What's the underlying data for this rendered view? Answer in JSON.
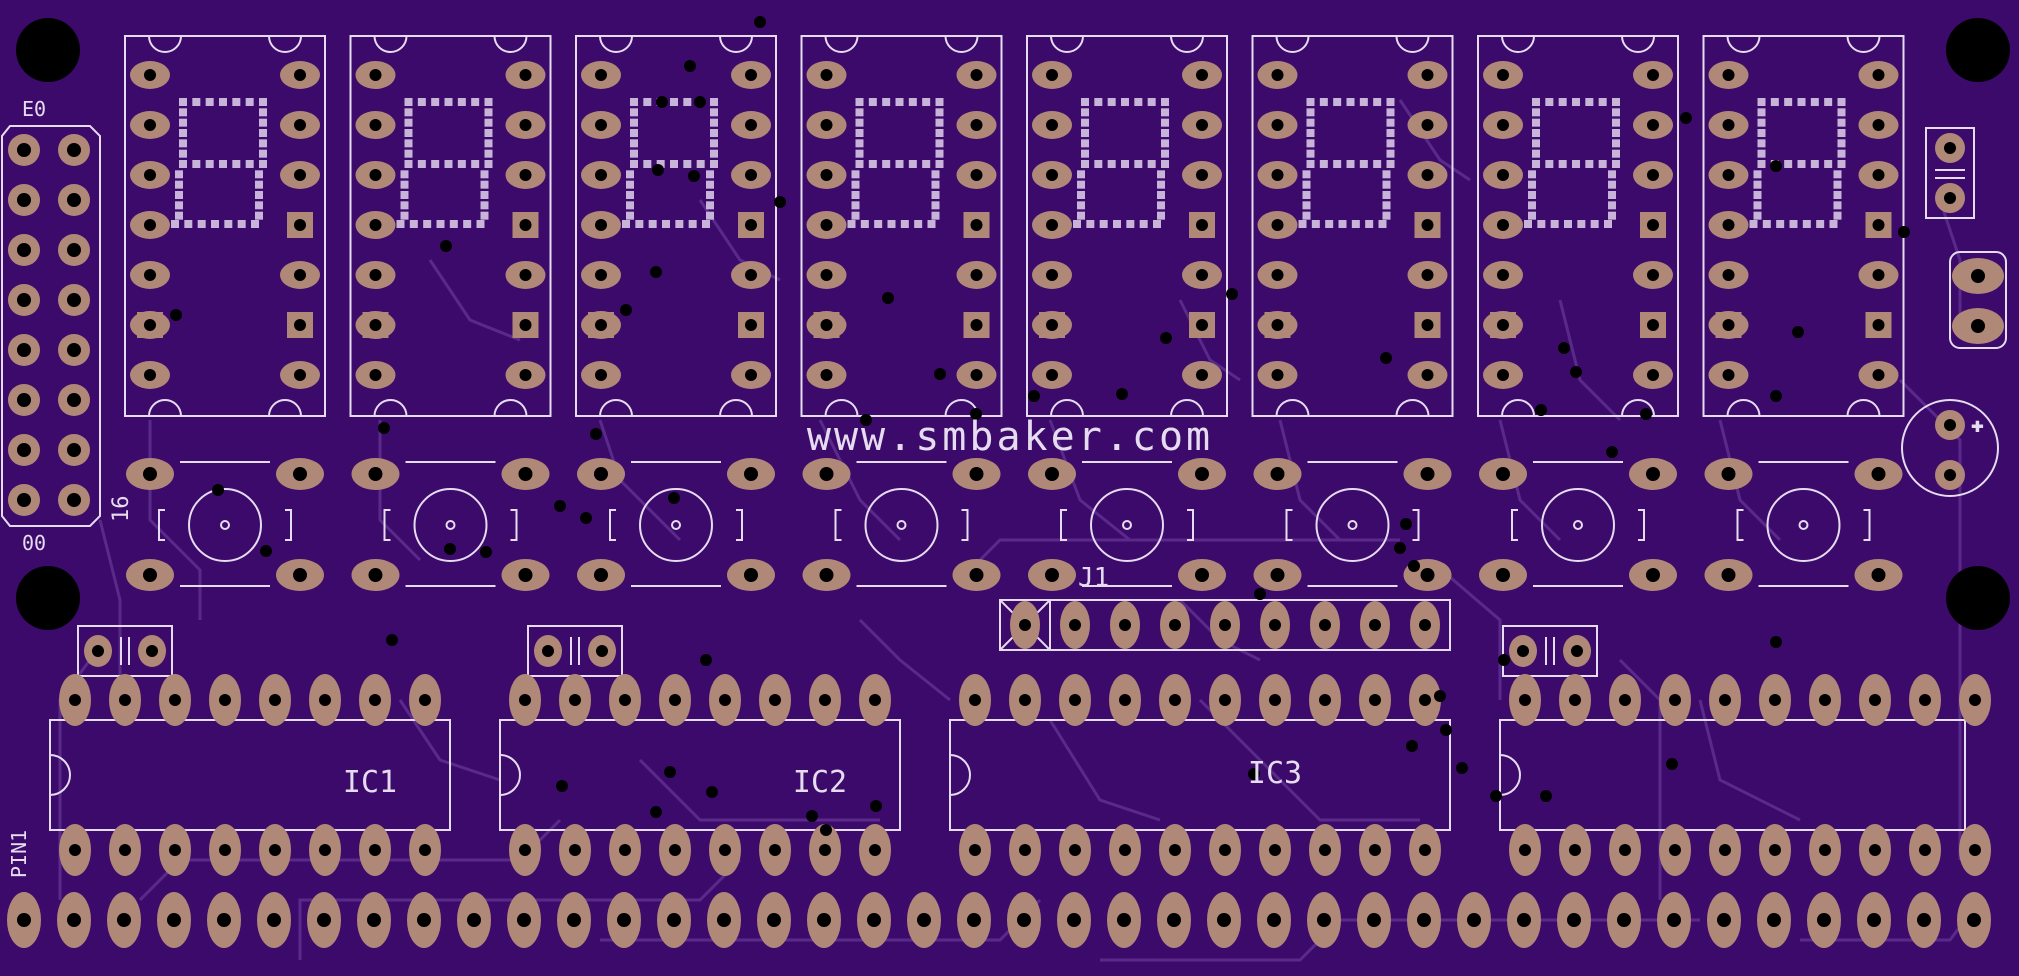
{
  "board": {
    "site_label": "www.smbaker.com",
    "header_label_top": "E0",
    "header_label_bottom": "00",
    "header_pin_label": "16",
    "jumper_label": "J1",
    "pin1_label": "PIN1",
    "ic_labels": [
      "IC1",
      "IC2",
      "IC3"
    ]
  },
  "colors": {
    "background": "#000000",
    "board": "#3c0a6a",
    "trace": "#5a2a8a",
    "silkscreen": "#e6dcf0",
    "pad": "#b08878",
    "hole": "#000000",
    "segment_pad": "#c8b4d8"
  }
}
